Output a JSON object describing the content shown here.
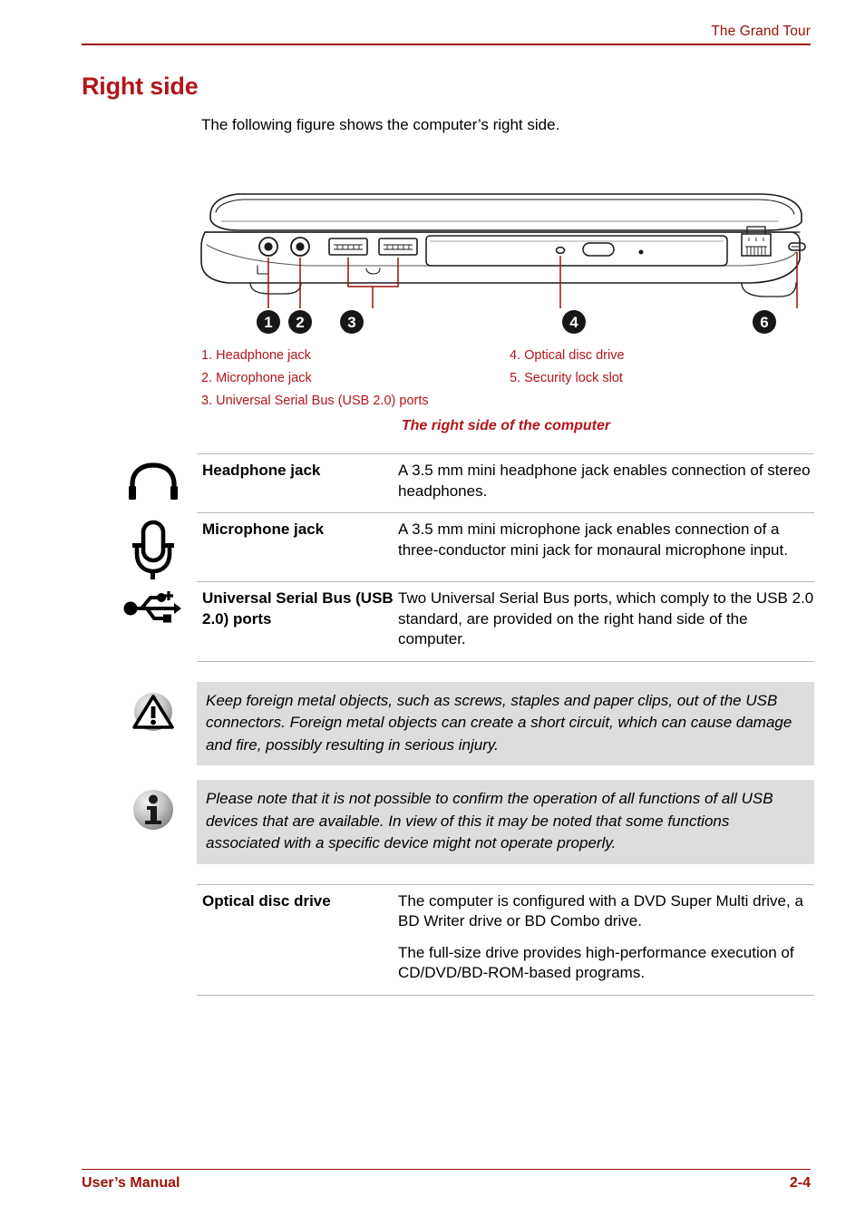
{
  "header": {
    "title": "The Grand Tour"
  },
  "section": {
    "title": "Right side",
    "intro": "The following figure shows the computer’s right side."
  },
  "figure": {
    "caption": "The right side of the computer",
    "callouts": [
      "1",
      "2",
      "3",
      "4",
      "6"
    ],
    "legend_left": [
      "1. Headphone jack",
      "2. Microphone jack",
      "3. Universal Serial Bus (USB 2.0) ports"
    ],
    "legend_right": [
      "4. Optical disc drive",
      "5. Security lock slot"
    ]
  },
  "spec_rows": [
    {
      "icon": "headphone-icon",
      "term": "Headphone jack",
      "desc": "A 3.5 mm mini headphone jack enables connection of stereo headphones."
    },
    {
      "icon": "microphone-icon",
      "term": "Microphone jack",
      "desc": "A 3.5 mm mini microphone jack enables connection of a three-conductor mini jack for monaural microphone input."
    },
    {
      "icon": "usb-icon",
      "term": "Universal Serial Bus (USB 2.0) ports",
      "desc": "Two Universal Serial Bus ports, which comply to the USB 2.0 standard, are provided on the right hand side of the computer."
    }
  ],
  "notes": [
    {
      "icon": "warning-icon",
      "text": "Keep foreign metal objects, such as screws, staples and paper clips, out of the USB connectors. Foreign metal objects can create a short circuit, which can cause damage and fire, possibly resulting in serious injury."
    },
    {
      "icon": "info-icon",
      "text": "Please note that it is not possible to confirm the operation of all functions of all USB devices that are available. In view of this it may be noted that some functions associated with a specific device might not operate properly."
    }
  ],
  "optical_row": {
    "term": "Optical disc drive",
    "desc_p1": "The computer is configured with a DVD Super Multi drive, a BD Writer drive or BD Combo drive.",
    "desc_p2": "The full-size drive provides high-performance execution of CD/DVD/BD-ROM-based programs."
  },
  "footer": {
    "manual_label": "User’s Manual",
    "page_number": "2-4"
  },
  "colors": {
    "heading_red": "#b3151a",
    "rule_red": "#9c1006",
    "note_bg": "#dddddd",
    "table_rule": "#b8b8b8"
  }
}
